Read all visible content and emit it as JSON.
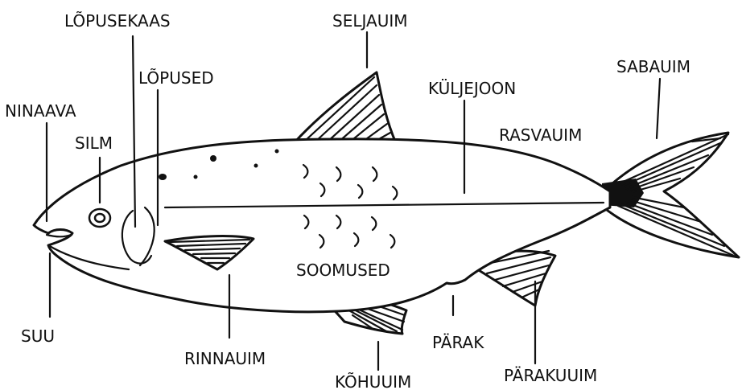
{
  "labels": {
    "lopusekaas": "LÕPUSEKAAS",
    "seljauim": "SELJAUIM",
    "lopused": "LÕPUSED",
    "sabauim": "SABAUIM",
    "ninaava": "NINAAVA",
    "kuljejoon": "KÜLJEJOON",
    "silm": "SILM",
    "rasvauim": "RASVAUIM",
    "soomused": "SOOMUSED",
    "suu": "SUU",
    "rinnauim": "RINNAUIM",
    "parak": "PÄRAK",
    "kohuuim": "KÕHUUIM",
    "parakuuim": "PÄRAKUUIM"
  },
  "colors": {
    "ink": "#111111",
    "background": "#ffffff"
  }
}
